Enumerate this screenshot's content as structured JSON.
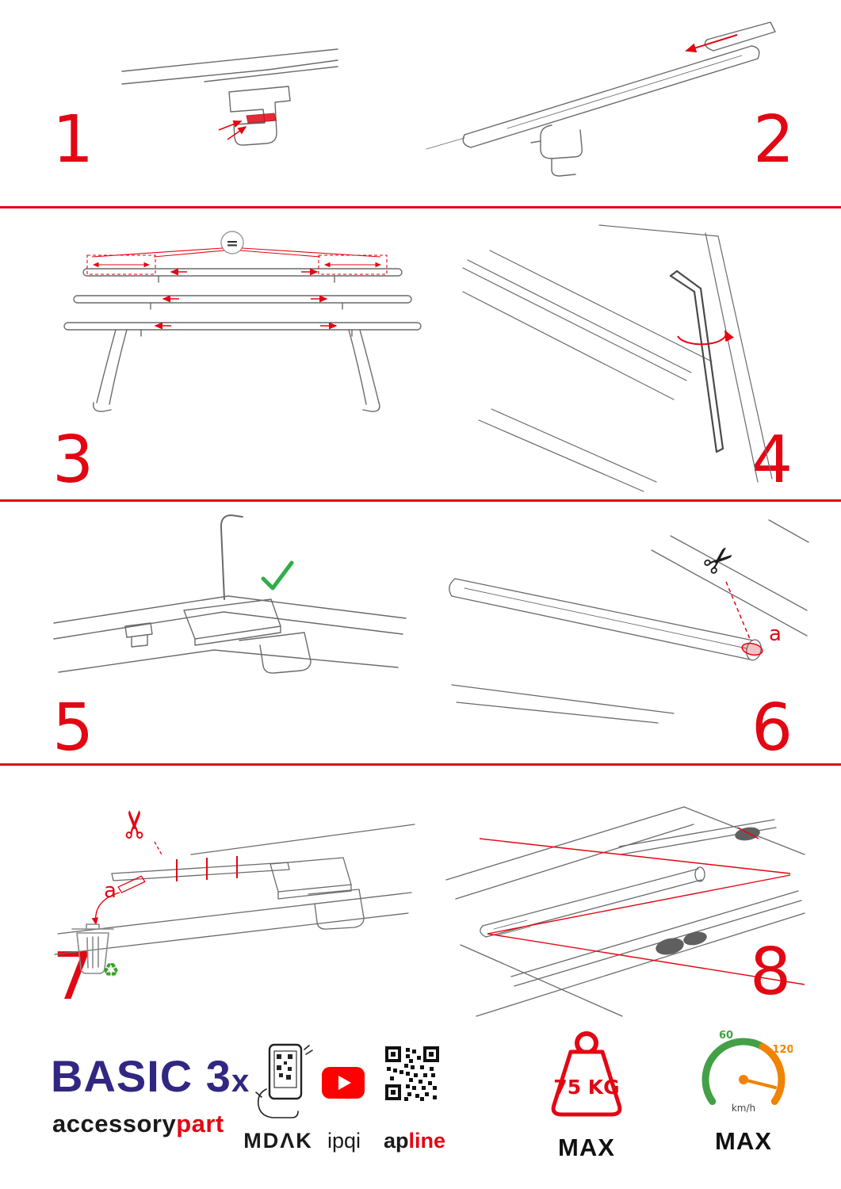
{
  "colors": {
    "accent_red": "#e30613",
    "logo_blue": "#312783",
    "check_green": "#2fae48",
    "recycle_green": "#3aa32c",
    "gauge_green": "#43a047",
    "gauge_orange": "#f08300",
    "youtube_red": "#ff0000"
  },
  "steps": {
    "s1": {
      "number": "1"
    },
    "s2": {
      "number": "2"
    },
    "s3": {
      "number": "3",
      "equal_sign": "="
    },
    "s4": {
      "number": "4"
    },
    "s5": {
      "number": "5"
    },
    "s6": {
      "number": "6",
      "part_label": "a"
    },
    "s7": {
      "number": "7",
      "part_label": "a"
    },
    "s8": {
      "number": "8"
    }
  },
  "icons": {
    "scissors": "✂",
    "check": "✓",
    "recycle": "♻"
  },
  "footer": {
    "product_name": "BASIC 3",
    "product_qty": "x",
    "brand_primary": "accessory",
    "brand_secondary": "part",
    "partner_mdak": "MDΛK",
    "partner_ipqi": "ipqi",
    "partner_ap": "ap",
    "partner_line": "line",
    "weight_limit": "75 KG",
    "weight_max_label": "MAX",
    "speed_tick_low": "60",
    "speed_tick_high": "120",
    "speed_unit": "km/h",
    "speed_max_label": "MAX"
  }
}
